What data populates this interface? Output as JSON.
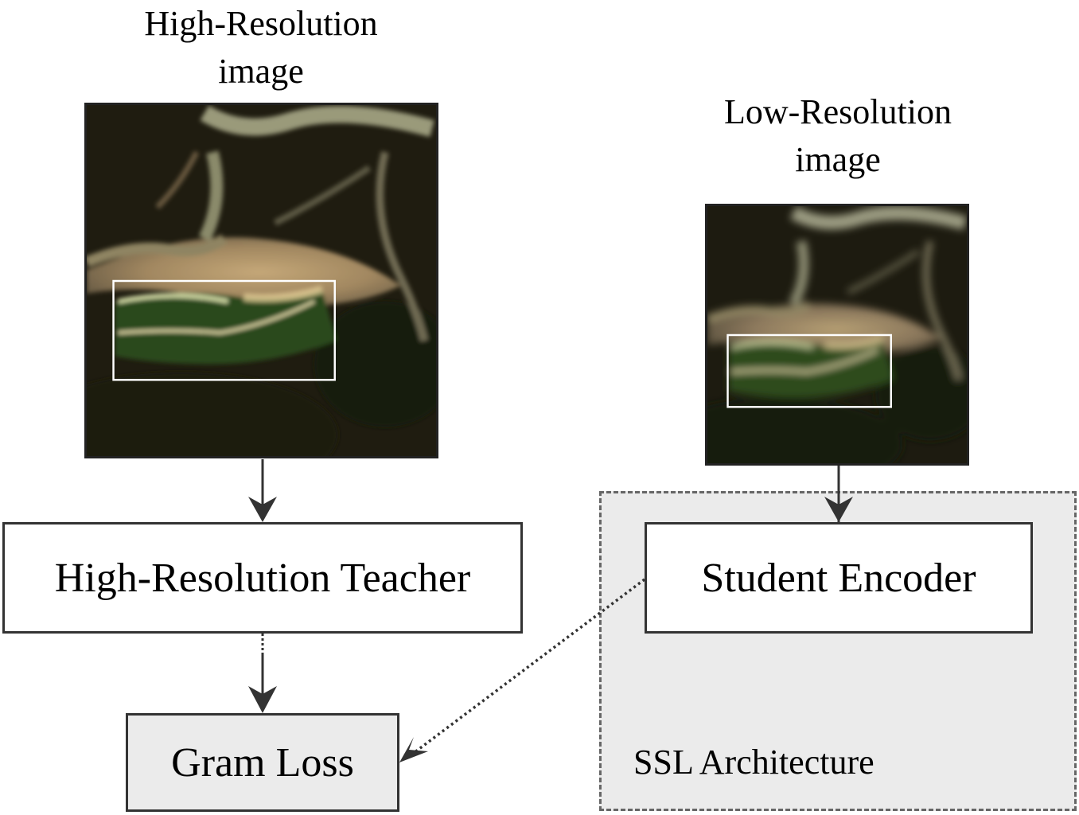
{
  "hr_image": {
    "title_line1": "High-Resolution",
    "title_line2": "image"
  },
  "lr_image": {
    "title_line1": "Low-Resolution",
    "title_line2": "image"
  },
  "teacher": {
    "label": "High-Resolution Teacher"
  },
  "student": {
    "label": "Student Encoder"
  },
  "loss": {
    "label": "Gram Loss"
  },
  "ssl": {
    "label": "SSL Architecture"
  },
  "colors": {
    "box_border": "#333333",
    "ssl_fill": "#ebebeb",
    "ssl_border": "#666666",
    "arrow": "#333333",
    "crop_frame": "#ffffff"
  }
}
